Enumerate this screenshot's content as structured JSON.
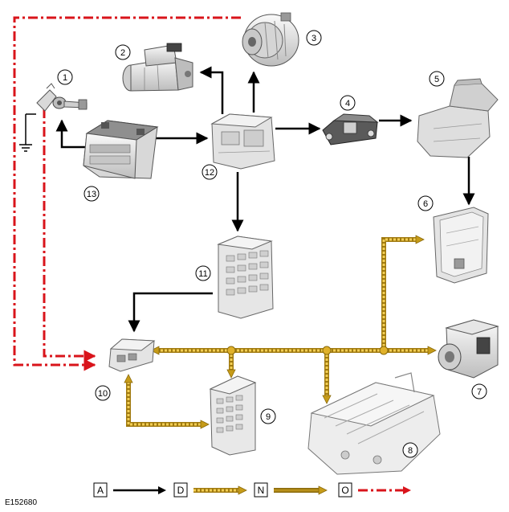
{
  "figure_ref": "E152680",
  "colors": {
    "black": "#000000",
    "red": "#d9141b",
    "gold_dark": "#a07a10",
    "gold_light": "#f3cf55",
    "part_fill": "#f2f2f2",
    "part_stroke": "#6e6e6e"
  },
  "components": [
    {
      "id": "1",
      "label": "1",
      "icon": "switch-icon"
    },
    {
      "id": "2",
      "label": "2",
      "icon": "starter-motor-icon"
    },
    {
      "id": "3",
      "label": "3",
      "icon": "alternator-icon"
    },
    {
      "id": "4",
      "label": "4",
      "icon": "relay-icon"
    },
    {
      "id": "5",
      "label": "5",
      "icon": "power-module-icon"
    },
    {
      "id": "6",
      "label": "6",
      "icon": "control-module-icon"
    },
    {
      "id": "7",
      "label": "7",
      "icon": "abs-module-icon"
    },
    {
      "id": "8",
      "label": "8",
      "icon": "transmission-valve-body-icon"
    },
    {
      "id": "9",
      "label": "9",
      "icon": "fuse-box-icon"
    },
    {
      "id": "10",
      "label": "10",
      "icon": "gateway-module-icon"
    },
    {
      "id": "11",
      "label": "11",
      "icon": "junction-box-icon"
    },
    {
      "id": "12",
      "label": "12",
      "icon": "battery-junction-box-icon"
    },
    {
      "id": "13",
      "label": "13",
      "icon": "battery-icon"
    }
  ],
  "legend": [
    {
      "key": "A",
      "label": "A",
      "line": "solid",
      "color": "#000000"
    },
    {
      "key": "D",
      "label": "D",
      "line": "dotted-gold",
      "color": "#f3cf55"
    },
    {
      "key": "N",
      "label": "N",
      "line": "solid-gold",
      "color": "#b8901a"
    },
    {
      "key": "O",
      "label": "O",
      "line": "dash-dot",
      "color": "#d9141b"
    }
  ]
}
